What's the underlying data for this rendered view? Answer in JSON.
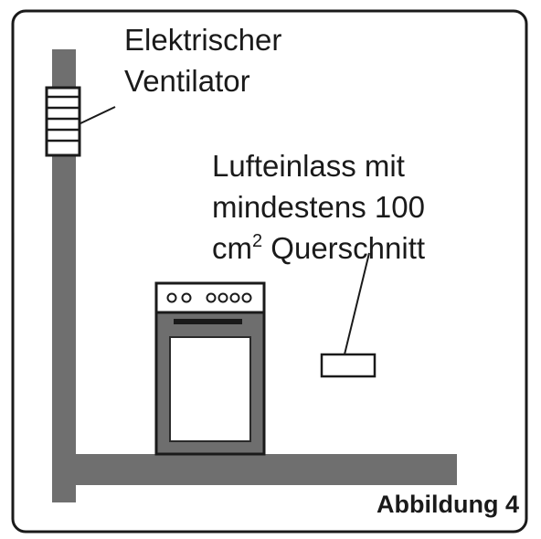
{
  "fan_label": {
    "line1": "Elektrischer",
    "line2": "Ventilator"
  },
  "inlet_label": {
    "line1": "Lufteinlass mit",
    "line2": "mindestens 100",
    "line3_unit": "cm",
    "line3_sup": "2",
    "line3_rest": " Querschnitt"
  },
  "caption": "Abbildung 4",
  "colors": {
    "wall": "#6f6f6f",
    "ink": "#1a1a1a",
    "stove_body": "#6e6e6e",
    "stove_door": "#ffffff"
  }
}
